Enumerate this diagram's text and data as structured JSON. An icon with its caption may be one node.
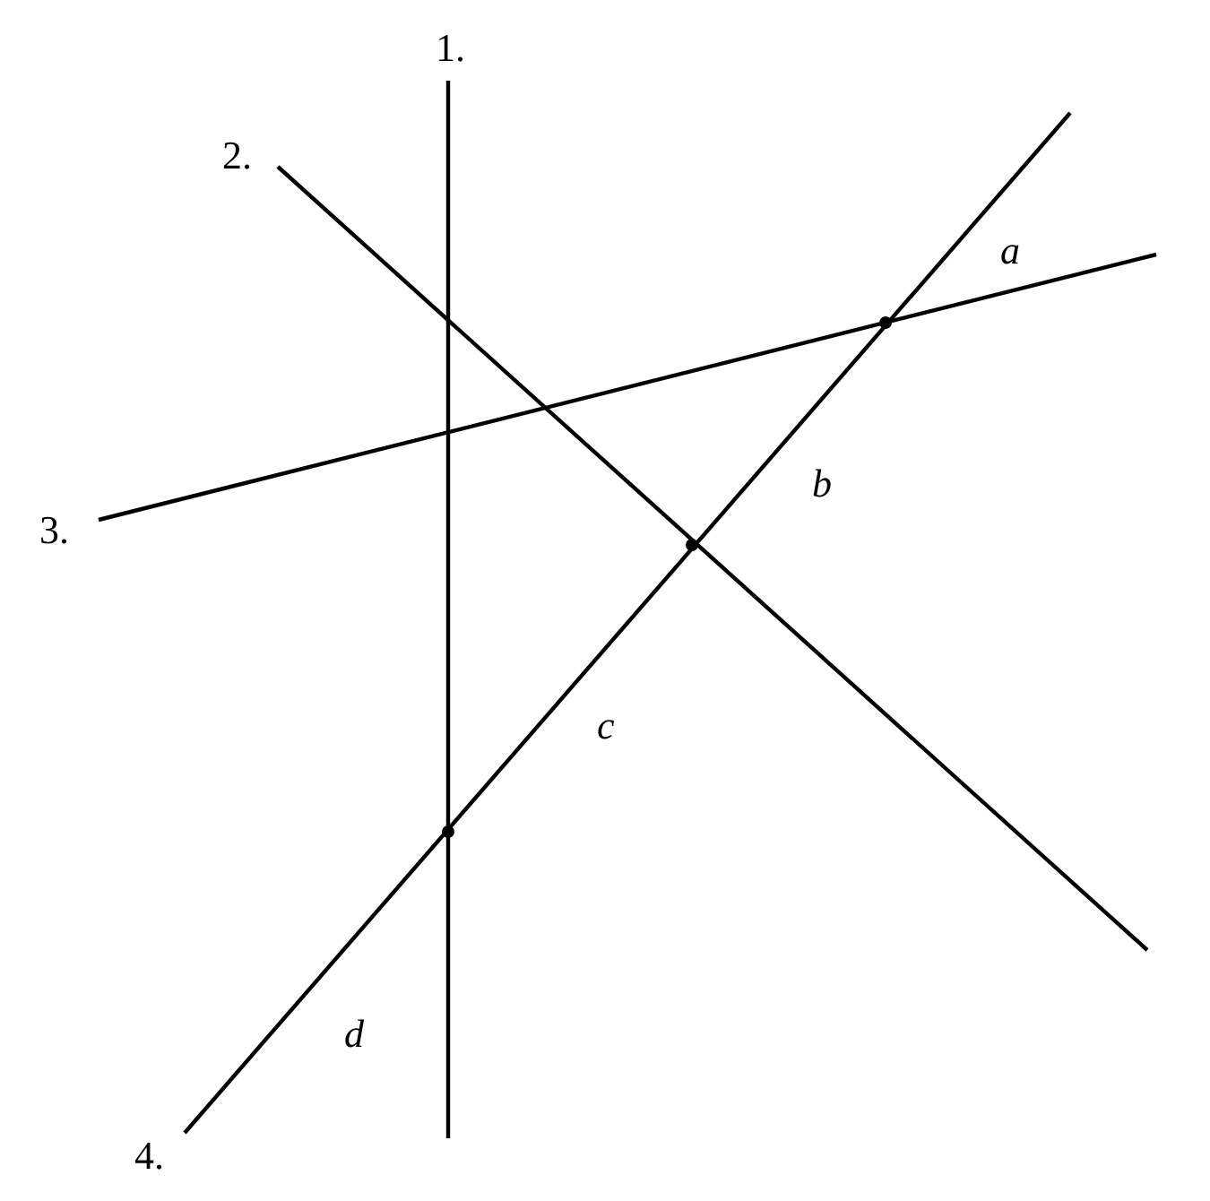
{
  "diagram": {
    "labels": [
      "1.",
      "2.",
      "3.",
      "4.",
      "a",
      "b",
      "c",
      "d"
    ]
  }
}
